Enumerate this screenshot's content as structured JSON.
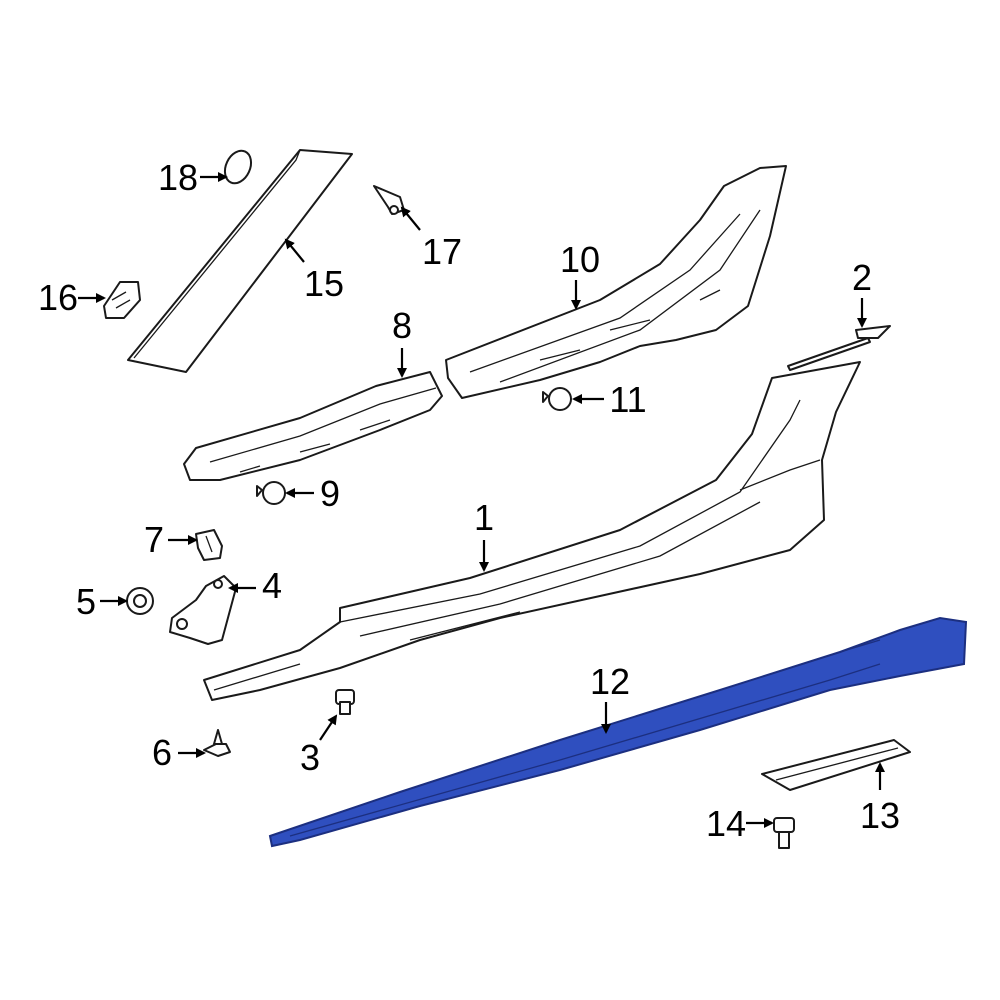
{
  "callouts": [
    {
      "id": "1",
      "text": "1"
    },
    {
      "id": "2",
      "text": "2"
    },
    {
      "id": "3",
      "text": "3"
    },
    {
      "id": "4",
      "text": "4"
    },
    {
      "id": "5",
      "text": "5"
    },
    {
      "id": "6",
      "text": "6"
    },
    {
      "id": "7",
      "text": "7"
    },
    {
      "id": "8",
      "text": "8"
    },
    {
      "id": "9",
      "text": "9"
    },
    {
      "id": "10",
      "text": "10"
    },
    {
      "id": "11",
      "text": "11"
    },
    {
      "id": "12",
      "text": "12"
    },
    {
      "id": "13",
      "text": "13"
    },
    {
      "id": "14",
      "text": "14"
    },
    {
      "id": "15",
      "text": "15"
    },
    {
      "id": "16",
      "text": "16"
    },
    {
      "id": "17",
      "text": "17"
    },
    {
      "id": "18",
      "text": "18"
    }
  ],
  "highlight": {
    "part": "12",
    "fill": "#2f4fbf",
    "stroke": "#1c2f80"
  }
}
